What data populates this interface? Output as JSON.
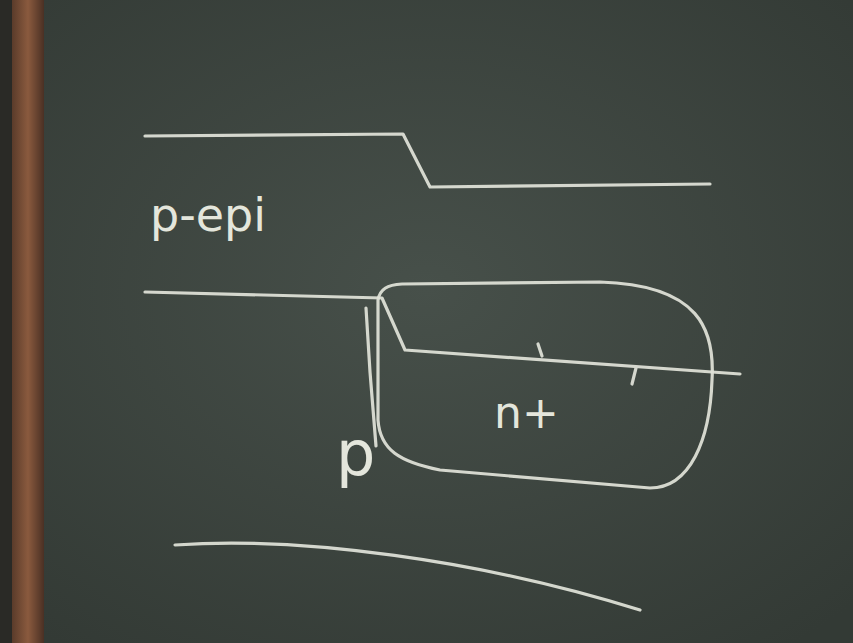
{
  "diagram": {
    "nodes": [
      {
        "text": [
          "n+"
        ]
      }
    ],
    "labels": [
      "p-epi",
      "p"
    ]
  }
}
